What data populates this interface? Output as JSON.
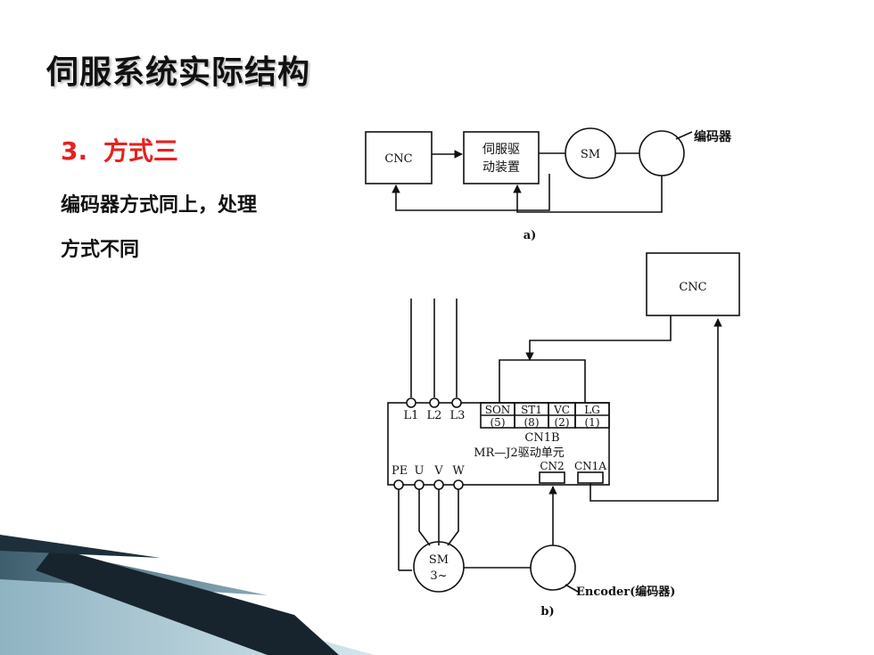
{
  "slide": {
    "title": "伺服系统实际结构",
    "heading_num": "3.",
    "heading_text": "方式三",
    "body_line1": "编码器方式同上，处理",
    "body_line2": "方式不同",
    "colors": {
      "accent": "#e8201e",
      "text": "#111111",
      "stripe_dark": "#1b2a36",
      "stripe_mid": "#5e7f8f",
      "stripe_light": "#a9c4cf"
    }
  },
  "diagram_a": {
    "cnc": "CNC",
    "driver_line1": "伺服驱",
    "driver_line2": "动装置",
    "sm": "SM",
    "encoder_label": "编码器",
    "caption": "a)"
  },
  "diagram_b": {
    "cnc": "CNC",
    "l1": "L1",
    "l2": "L2",
    "l3": "L3",
    "son": "SON",
    "son_pin": "(5)",
    "st1": "ST1",
    "st1_pin": "(8)",
    "vc": "VC",
    "vc_pin": "(2)",
    "lg": "LG",
    "lg_pin": "(1)",
    "cn1b": "CN1B",
    "unit_label": "MR—J2驱动单元",
    "pe": "PE",
    "u": "U",
    "v": "V",
    "w": "W",
    "cn2": "CN2",
    "cn1a": "CN1A",
    "motor_line1": "SM",
    "motor_line2": "3~",
    "encoder_label": "Encoder(编码器)",
    "caption": "b)"
  }
}
